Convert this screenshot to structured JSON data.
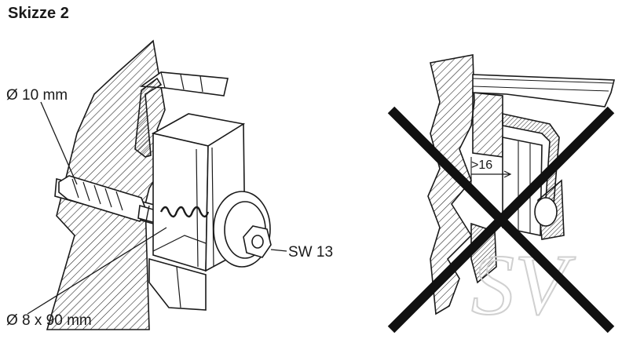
{
  "title": "Skizze 2",
  "labels": {
    "drill_diameter": "Ø 10 mm",
    "wrench_size": "SW 13",
    "screw_size": "Ø 8 x 90 mm",
    "min_distance": ">16"
  },
  "watermark": "SV",
  "colors": {
    "line": "#1a1a1a",
    "cross": "#111111",
    "watermark": "#d0d0d0"
  }
}
